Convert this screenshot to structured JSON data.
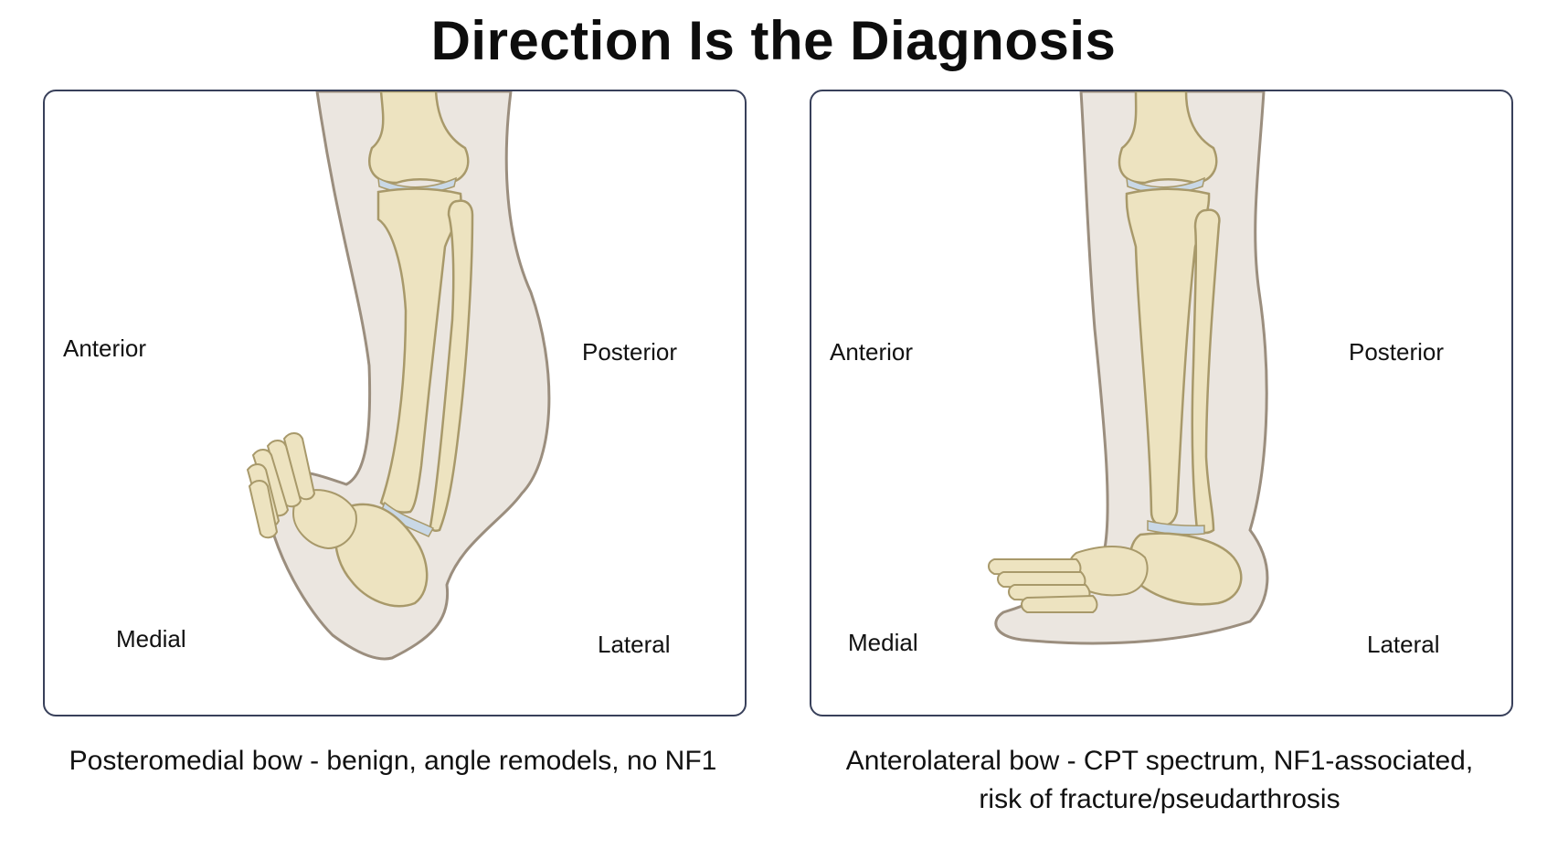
{
  "title": "Direction Is the Diagnosis",
  "colors": {
    "panel_border": "#38405a",
    "bone": "#ede3c0",
    "bone_outline": "#a8996a",
    "skin": "#ebe6e0",
    "skin_outline": "#9b8e7e",
    "cartilage": "#c9d8e6"
  },
  "panels": [
    {
      "id": "posteromedial",
      "labels": {
        "anterior": "Anterior",
        "posterior": "Posterior",
        "medial": "Medial",
        "lateral": "Lateral"
      },
      "caption_lines": [
        "Posteromedial bow - benign, angle remodels, no NF1"
      ]
    },
    {
      "id": "anterolateral",
      "labels": {
        "anterior": "Anterior",
        "posterior": "Posterior",
        "medial": "Medial",
        "lateral": "Lateral"
      },
      "caption_lines": [
        "Anterolateral bow - CPT spectrum, NF1-associated,",
        "risk of fracture/pseudarthrosis"
      ]
    }
  ]
}
